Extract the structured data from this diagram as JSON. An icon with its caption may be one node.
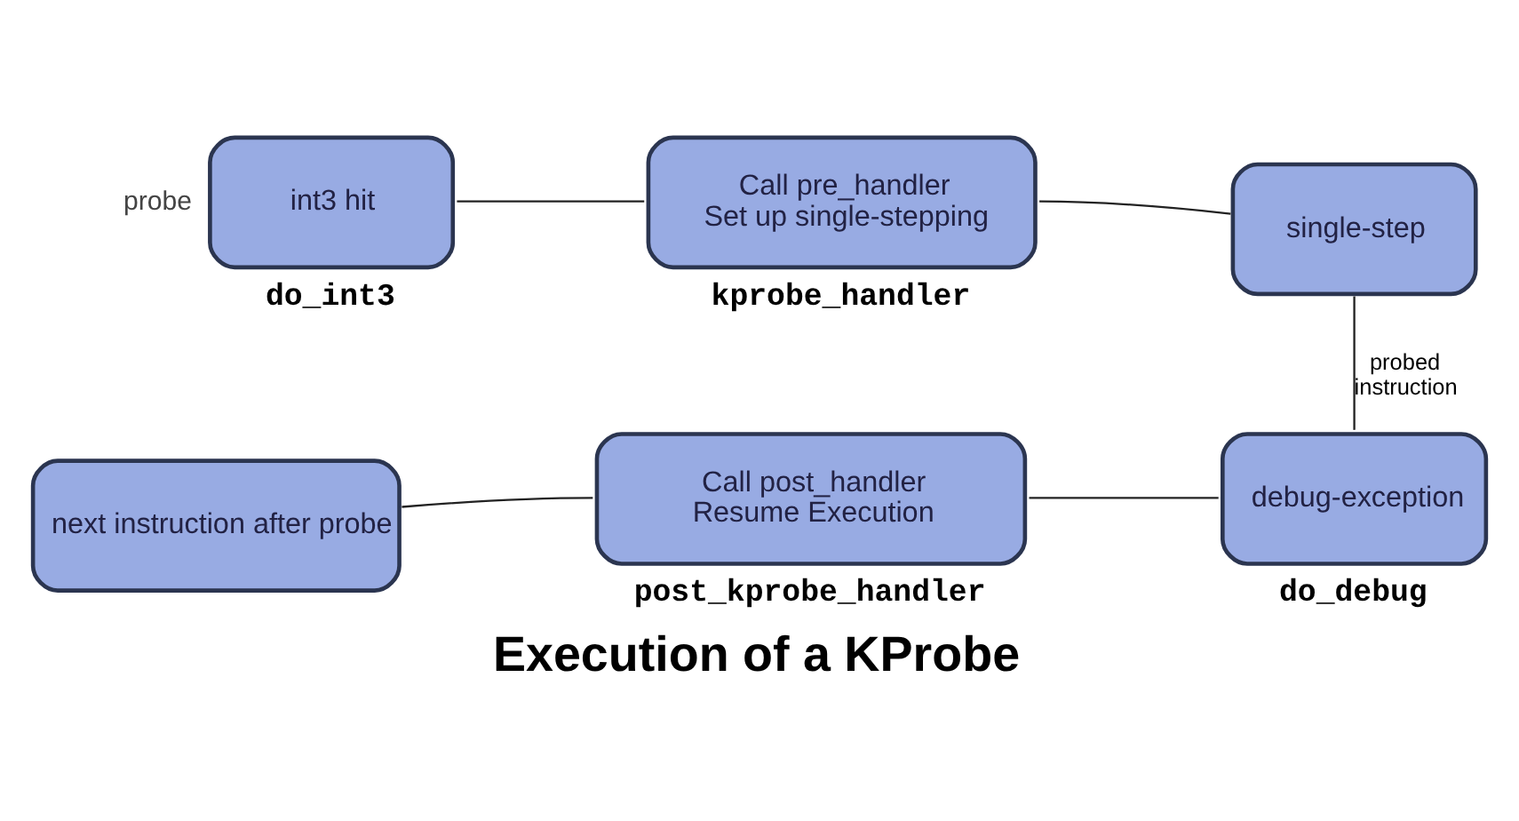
{
  "diagram": {
    "title": "Execution of a KProbe",
    "nodes": [
      {
        "text": [
          "int3 hit"
        ],
        "beside": [
          "probe",
          "do_int3"
        ]
      },
      {
        "text": [
          "Call pre_handler",
          "Set up single-stepping"
        ],
        "beside": [
          "kprobe_handler"
        ]
      },
      {
        "text": [
          "single-step"
        ]
      },
      {
        "text": [
          "next instruction after probe"
        ]
      },
      {
        "text": [
          "Call post_handler",
          "Resume Execution"
        ],
        "beside": [
          "post_kprobe_handler"
        ]
      },
      {
        "text": [
          "debug-exception"
        ],
        "beside": [
          "do_debug"
        ]
      }
    ],
    "edges": [
      {
        "from": 0,
        "to": 1,
        "arrow": "none"
      },
      {
        "from": 1,
        "to": 2,
        "arrow": "none"
      },
      {
        "from": 2,
        "to": 5,
        "arrow": "none",
        "label": "probed instruction"
      },
      {
        "from": 3,
        "to": 4,
        "arrow": "none"
      },
      {
        "from": 4,
        "to": 5,
        "arrow": "none"
      }
    ]
  }
}
